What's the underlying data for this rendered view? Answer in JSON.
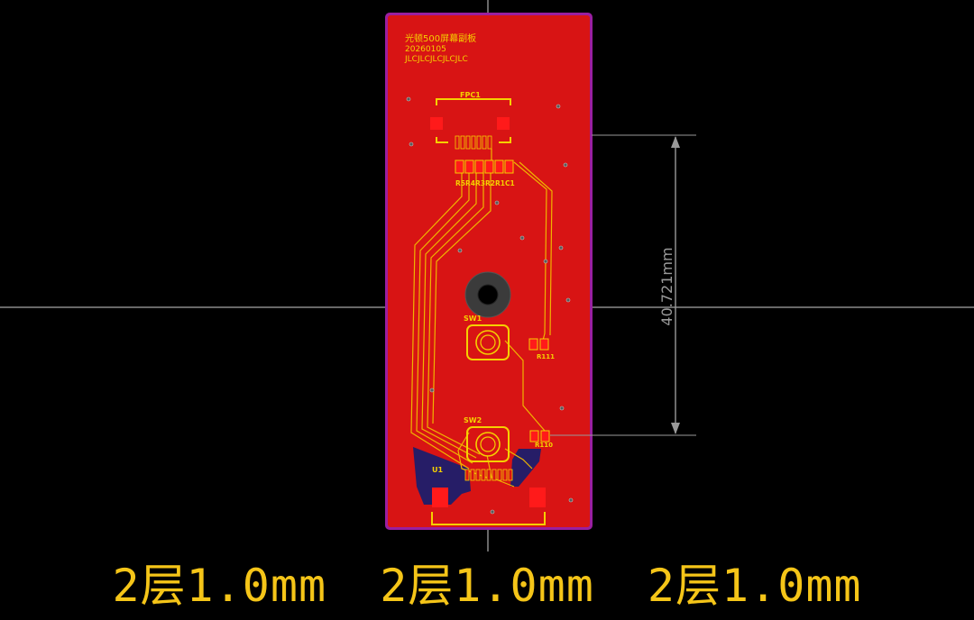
{
  "board": {
    "silkscreen_title": "光顿500屏幕副板",
    "silkscreen_date": "20260105",
    "silkscreen_code": "JLCJLCJLCJLCJLC"
  },
  "designators": {
    "fpc": "FPC1",
    "resistors_row": "R5R4R3R2R1C1",
    "sw1": "SW1",
    "sw2": "SW2",
    "r111": "R111",
    "r110": "R110",
    "u1": "U1"
  },
  "dimension": {
    "label": "40.721mm"
  },
  "caption": {
    "items": [
      "2层1.0mm",
      "2层1.0mm",
      "2层1.0mm"
    ]
  },
  "colors": {
    "background": "#000000",
    "board_copper": "#d81414",
    "board_outline": "#9a1fa0",
    "silkscreen": "#f5d000",
    "pad": "#ff1a1a",
    "dimension": "#9a9a9a",
    "caption": "#f5c518"
  }
}
